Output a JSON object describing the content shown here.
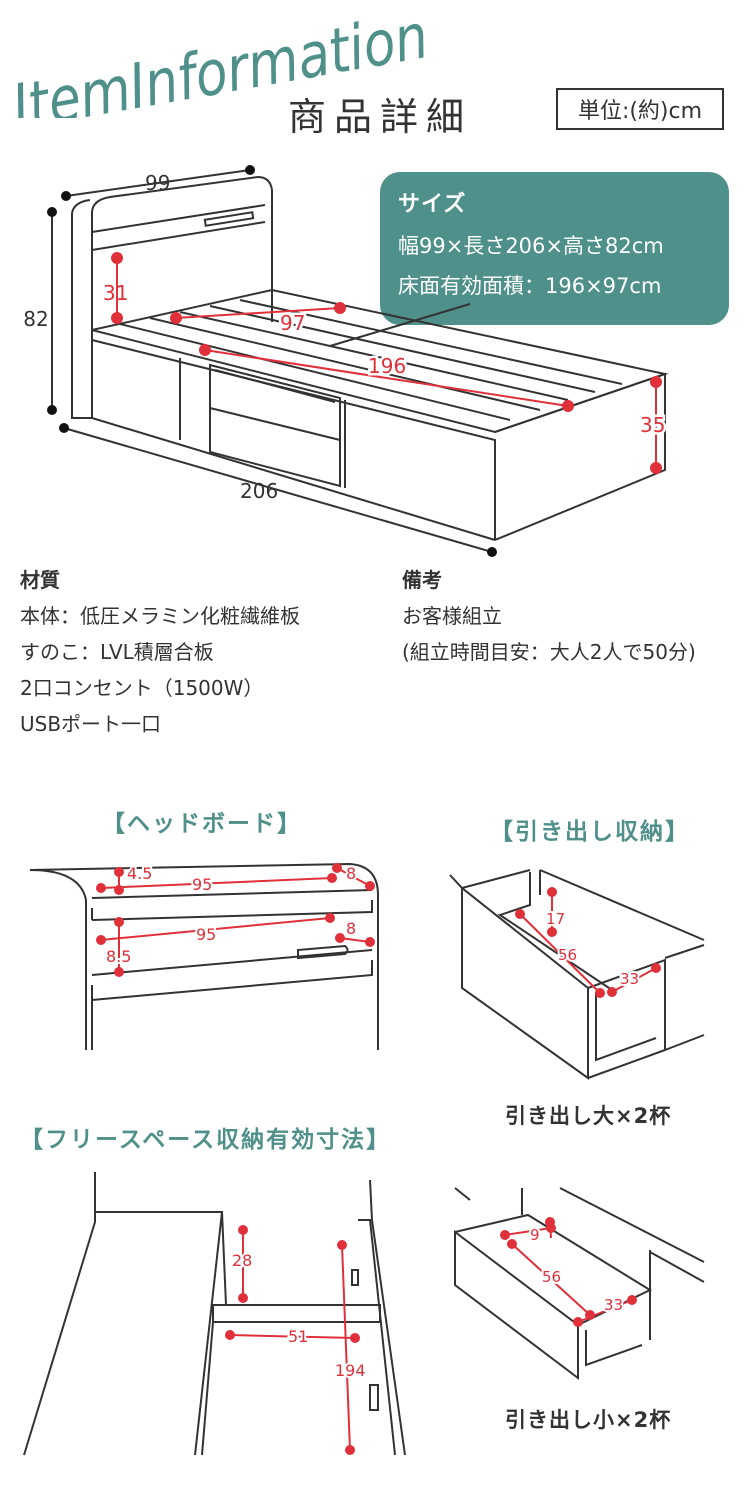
{
  "header": {
    "script_title": "ItemInformation",
    "title": "商品詳細",
    "unit": "単位:(約)cm"
  },
  "size_box": {
    "heading": "サイズ",
    "line1": "幅99×長さ206×高さ82cm",
    "line2": "床面有効面積：196×97cm"
  },
  "bed_dimensions": {
    "width": "99",
    "height": "82",
    "headboard_height": "31",
    "inner_width": "97",
    "inner_length": "196",
    "side_height": "35",
    "length": "206"
  },
  "material": {
    "heading": "材質",
    "lines": [
      "本体：低圧メラミン化粧繊維板",
      "すのこ：LVL積層合板",
      "2口コンセント（1500W）",
      "USBポート一口"
    ]
  },
  "notes": {
    "heading": "備考",
    "lines": [
      "お客様組立",
      "(組立時間目安：大人2人で50分)"
    ]
  },
  "headboard": {
    "title": "【ヘッドボード】",
    "dims": [
      "4.5",
      "95",
      "8",
      "95",
      "8",
      "8.5"
    ]
  },
  "drawer_storage": {
    "title": "【引き出し収納】",
    "large": {
      "dims": [
        "17",
        "56",
        "33"
      ],
      "caption": "引き出し大×2杯"
    },
    "small": {
      "dims": [
        "9",
        "56",
        "33"
      ],
      "caption": "引き出し小×2杯"
    }
  },
  "free_space": {
    "title": "【フリースペース収納有効寸法】",
    "dims": [
      "28",
      "51",
      "194"
    ]
  },
  "colors": {
    "accent": "#4f908a",
    "dimension": "#e0303a",
    "line": "#333333"
  }
}
